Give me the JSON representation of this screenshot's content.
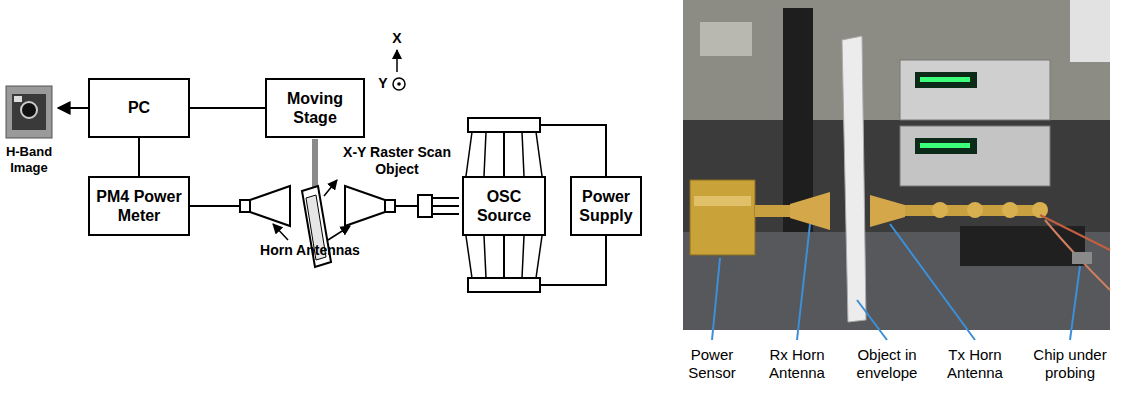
{
  "diagram": {
    "nodes": [
      {
        "text": [
          "PC"
        ]
      },
      {
        "text": [
          "Moving Stage"
        ]
      },
      {
        "text": [
          "PM4 Power Meter"
        ]
      },
      {
        "text": [
          "OSC Source"
        ]
      },
      {
        "text": [
          "Power Supply"
        ]
      }
    ],
    "edges": [
      {
        "from": 0,
        "to": 1,
        "arrow": "none"
      },
      {
        "from": 0,
        "to": 2,
        "arrow": "none"
      },
      {
        "from": 4,
        "to": 3,
        "arrow": "none"
      },
      {
        "from": 4,
        "to": 3,
        "arrow": "none"
      }
    ],
    "labels": [
      "H-Band Image",
      "X",
      "Y",
      "X-Y Raster Scan Object",
      "Horn Antennas",
      "Power Sensor",
      "Rx Horn Antenna",
      "Object in envelope",
      "Tx Horn Antenna",
      "Chip under probing"
    ]
  }
}
